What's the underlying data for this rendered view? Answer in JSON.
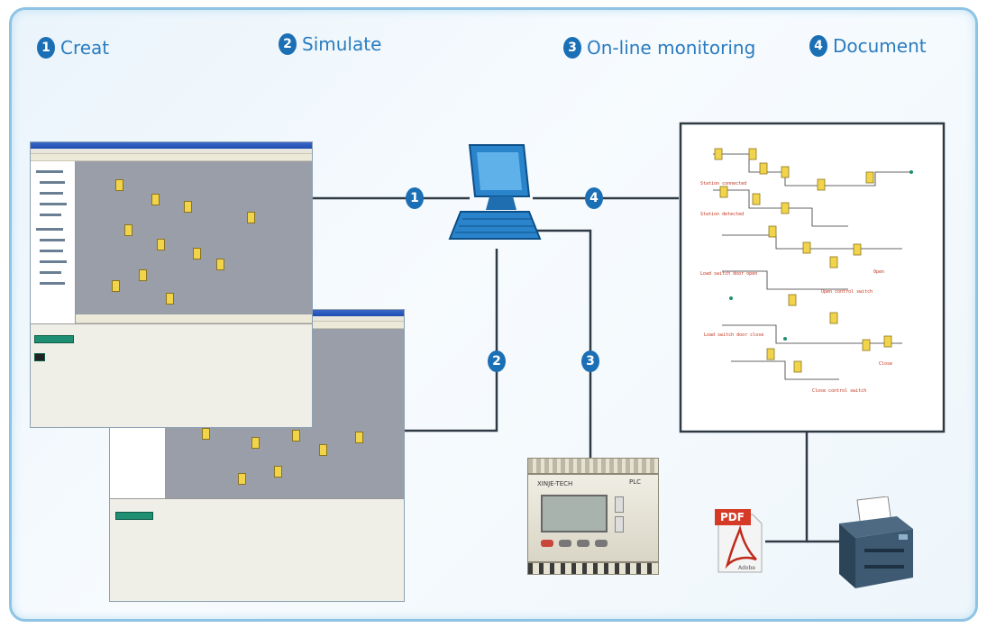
{
  "steps": [
    {
      "num": "1",
      "label": "Creat"
    },
    {
      "num": "2",
      "label": "Simulate"
    },
    {
      "num": "3",
      "label": "On-line monitoring"
    },
    {
      "num": "4",
      "label": "Document"
    }
  ],
  "connectors": {
    "c1": "1",
    "c2": "2",
    "c3": "3",
    "c4": "4"
  },
  "plc": {
    "brand": "XINJE-TECH",
    "model": "PLC"
  },
  "pdf": {
    "label": "PDF",
    "vendor": "Adobe"
  },
  "schematic_captions": [
    "Station connected",
    "Station detected",
    "Load switch door open",
    "Open",
    "Open control switch",
    "Load switch door close",
    "Close",
    "Close control switch"
  ],
  "colors": {
    "accent": "#1b6fb5",
    "heading": "#2a7cc0",
    "line": "#2f3a44",
    "frame": "#8ec3e4"
  }
}
